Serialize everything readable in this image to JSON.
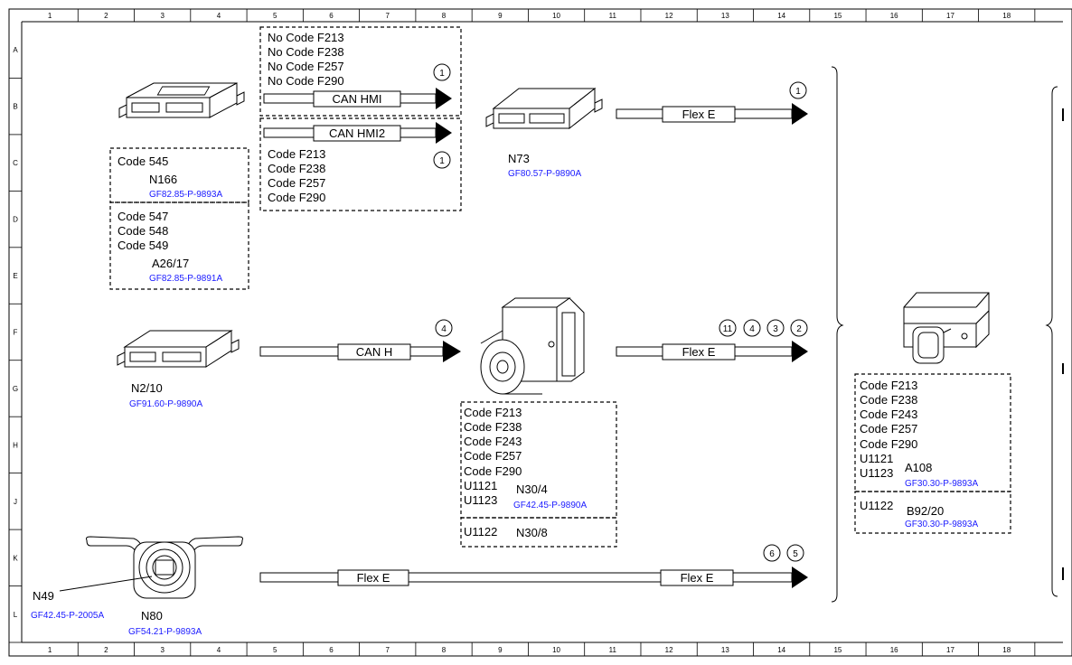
{
  "grid": {
    "columns": [
      "1",
      "2",
      "3",
      "4",
      "5",
      "6",
      "7",
      "8",
      "9",
      "10",
      "11",
      "12",
      "13",
      "14",
      "15",
      "16",
      "17",
      "18"
    ],
    "rows": [
      "A",
      "B",
      "C",
      "D",
      "E",
      "F",
      "G",
      "H",
      "J",
      "K",
      "L"
    ]
  },
  "bus_top": {
    "lines": [
      "No Code F213",
      "No Code F238",
      "No Code F257",
      "No Code F290"
    ],
    "arrow_label": "CAN HMI",
    "marker": "1"
  },
  "bus_hmi2": {
    "arrow_label": "CAN HMI2",
    "marker": "1",
    "lines": [
      "Code F213",
      "Code F238",
      "Code F257",
      "Code F290"
    ]
  },
  "n166_box": {
    "code": "Code 545",
    "name": "N166",
    "ref": "GF82.85-P-9893A"
  },
  "a26_box": {
    "lines": [
      "Code 547",
      "Code 548",
      "Code 549"
    ],
    "name": "A26/17",
    "ref": "GF82.85-P-9891A"
  },
  "n73": {
    "name": "N73",
    "ref": "GF80.57-P-9890A",
    "arrow_label": "Flex E",
    "marker": "1"
  },
  "n2_10": {
    "name": "N2/10",
    "ref": "GF91.60-P-9890A",
    "arrow_label": "CAN H",
    "marker": "4"
  },
  "n30_4": {
    "arrow_label": "Flex E",
    "markers": [
      "11",
      "4",
      "3",
      "2"
    ],
    "lines": [
      "Code F213",
      "Code F238",
      "Code F243",
      "Code F257",
      "Code F290",
      "U1121",
      "U1123"
    ],
    "name": "N30/4",
    "ref": "GF42.45-P-9890A",
    "sub_code": "U1122",
    "sub_name": "N30/8"
  },
  "a108": {
    "lines": [
      "Code F213",
      "Code F238",
      "Code F243",
      "Code F257",
      "Code F290",
      "U1121",
      "U1123"
    ],
    "name": "A108",
    "ref": "GF30.30-P-9893A",
    "sub_code": "U1122",
    "sub_name": "B92/20",
    "sub_ref": "GF30.30-P-9893A"
  },
  "bottom": {
    "n49": "N49",
    "n49_ref": "GF42.45-P-2005A",
    "n80": "N80",
    "n80_ref": "GF54.21-P-9893A",
    "arrow_label_left": "Flex E",
    "arrow_label_right": "Flex E",
    "markers": [
      "6",
      "5"
    ]
  }
}
